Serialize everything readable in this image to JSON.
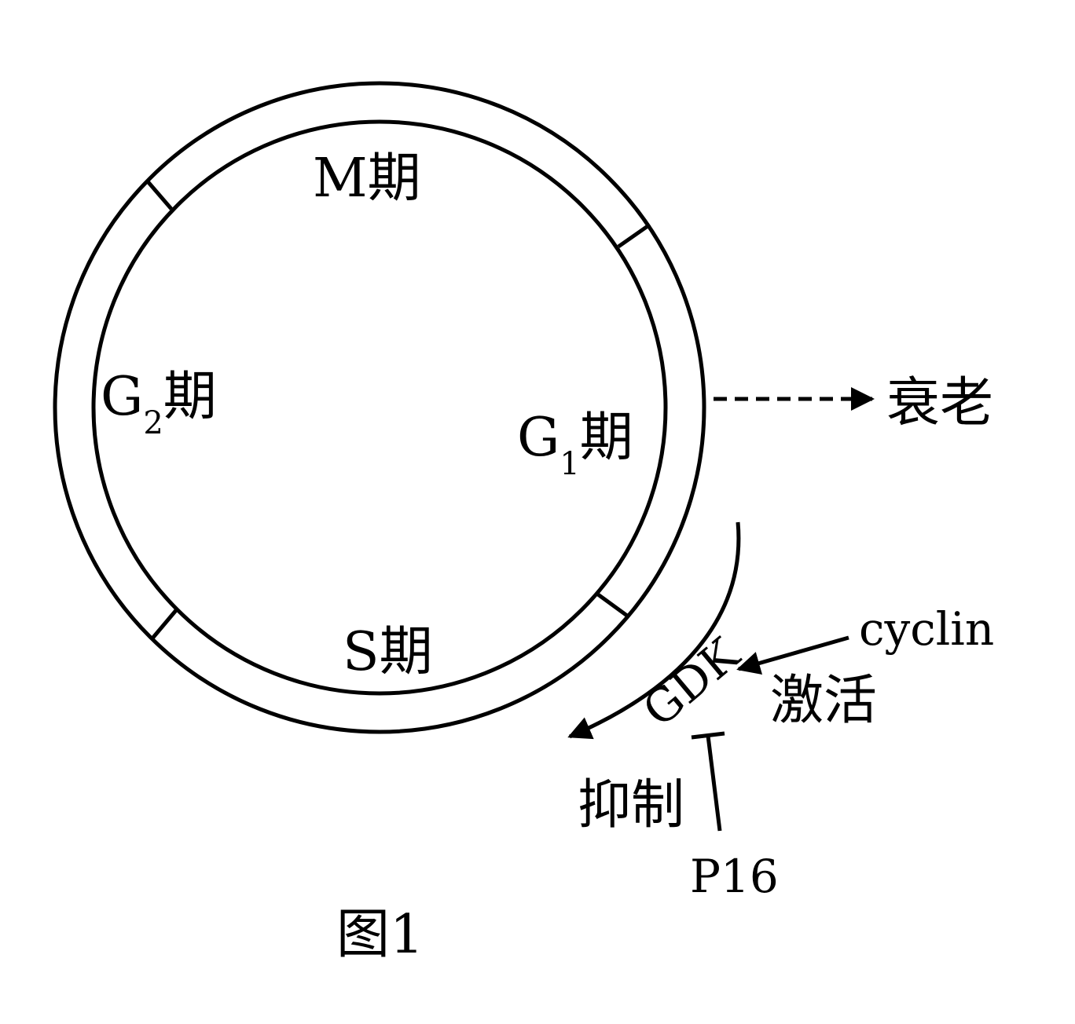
{
  "phases": {
    "m": {
      "main": "M期"
    },
    "g2": {
      "main": "G",
      "sub": "2",
      "suffix": "期"
    },
    "g1": {
      "main": "G",
      "sub": "1",
      "suffix": "期"
    },
    "s": {
      "main": "S期"
    }
  },
  "labels": {
    "senescence": "衰老",
    "cyclin": "cyclin",
    "activate": "激活",
    "gdk": "GDK",
    "inhibit": "抑制",
    "p16": "P16",
    "figure": "图1"
  },
  "colors": {
    "ink": "#000000",
    "background": "#ffffff"
  }
}
